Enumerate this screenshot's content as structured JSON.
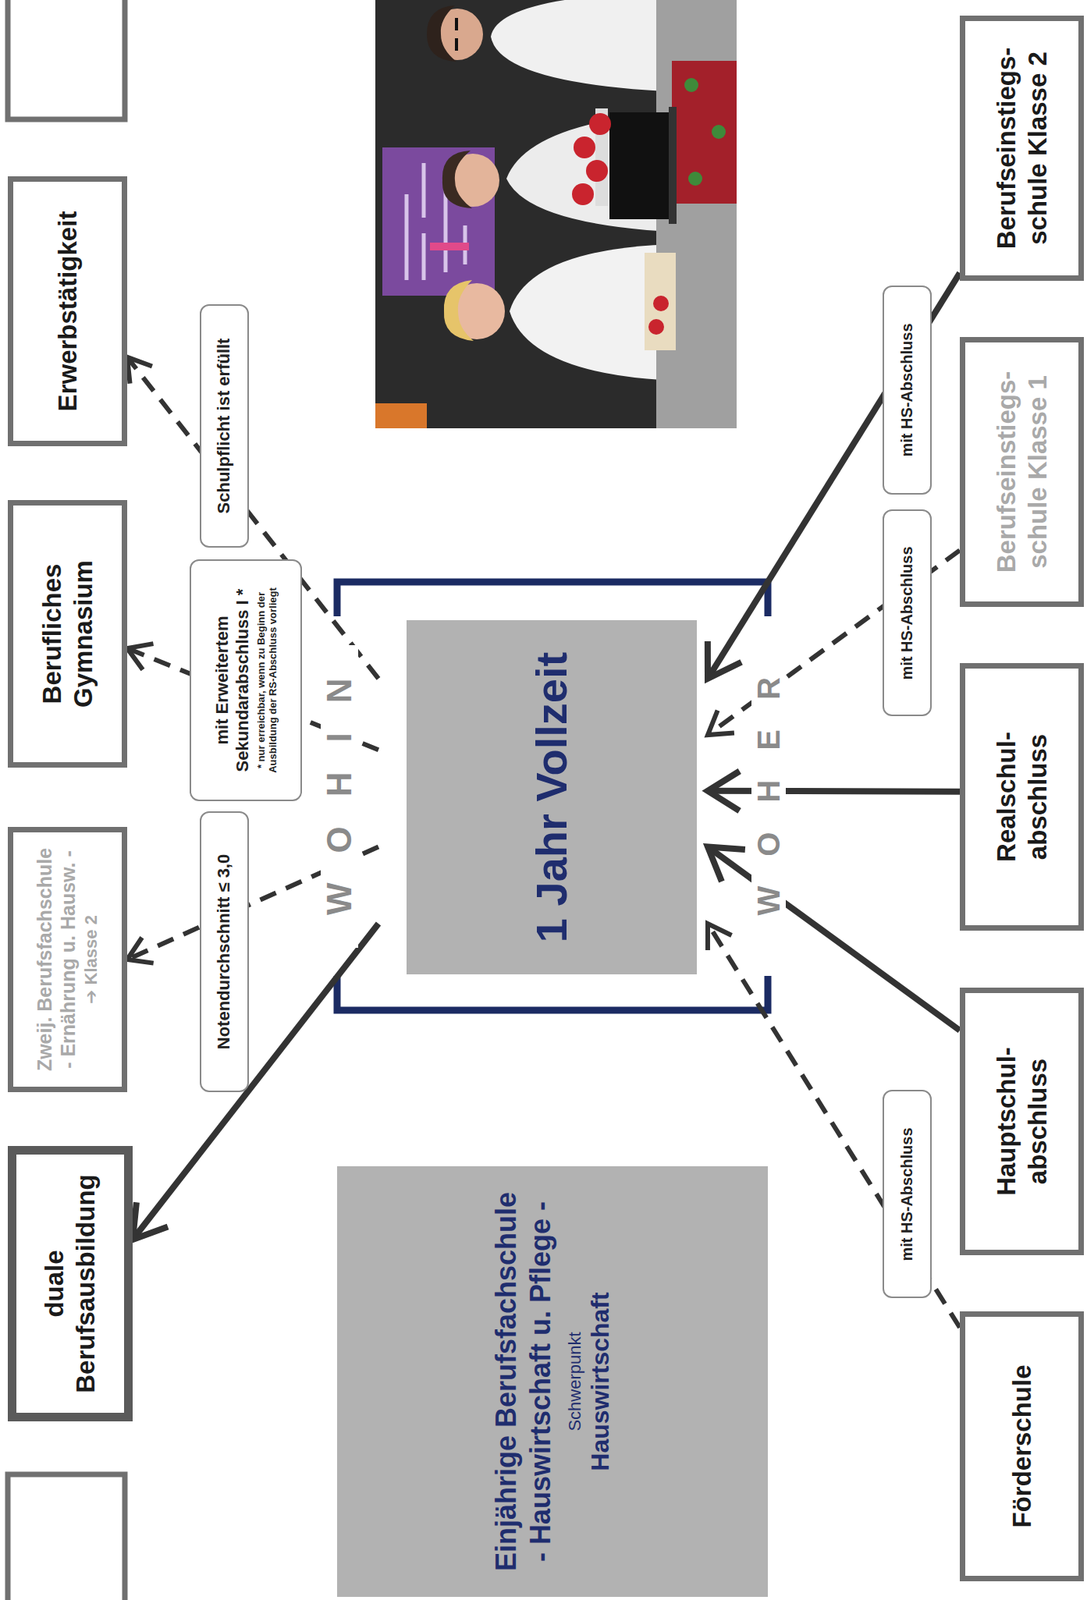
{
  "diagram": {
    "nodes": [
      {
        "text": [
          "duale Berufsausbildung"
        ]
      },
      {
        "text": [
          "Zweij. Berufsfachschule - Ernährung u. Hausw. -",
          "➔ Klasse 2"
        ]
      },
      {
        "text": [
          "Berufliches Gymnasium"
        ]
      },
      {
        "text": [
          "Erwerbstätigkeit"
        ]
      },
      {
        "text": [
          "Einjährige Berufsfachschule - Hauswirtschaft u. Pflege -",
          "Schwerpunkt",
          "Hauswirtschaft"
        ]
      },
      {
        "text": [
          "1 Jahr Vollzeit"
        ]
      },
      {
        "text": [
          "Förderschule"
        ]
      },
      {
        "text": [
          "Hauptschul- abschluss"
        ]
      },
      {
        "text": [
          "Realschul- abschluss"
        ]
      },
      {
        "text": [
          "Berufseinstiegs- schule Klasse 1"
        ]
      },
      {
        "text": [
          "Berufseinstiegs- schule Klasse 2"
        ]
      }
    ],
    "edges": [
      {
        "from": 5,
        "to": 0,
        "arrow": "to"
      },
      {
        "from": 5,
        "to": 1,
        "label": "Notendurchschnitt ≤ 3,0",
        "arrow": "to"
      },
      {
        "from": 5,
        "to": 2,
        "label": "mit Erweitertem Sekundarabschluss I *",
        "arrow": "to"
      },
      {
        "from": 5,
        "to": 3,
        "label": "Schulpflicht ist erfüllt",
        "arrow": "to"
      },
      {
        "from": 6,
        "to": 5,
        "label": "mit HS-Abschluss",
        "arrow": "to"
      },
      {
        "from": 7,
        "to": 5,
        "arrow": "to"
      },
      {
        "from": 8,
        "to": 5,
        "arrow": "to"
      },
      {
        "from": 9,
        "to": 5,
        "label": "mit HS-Abschluss",
        "arrow": "to"
      },
      {
        "from": 10,
        "to": 5,
        "label": "mit HS-Abschluss",
        "arrow": "to"
      }
    ],
    "labels": [
      "WOHIN",
      "WOHER",
      "* nur erreichbar, wenn zu Beginn der Ausbildung der RS-Abschluss vorliegt"
    ]
  }
}
